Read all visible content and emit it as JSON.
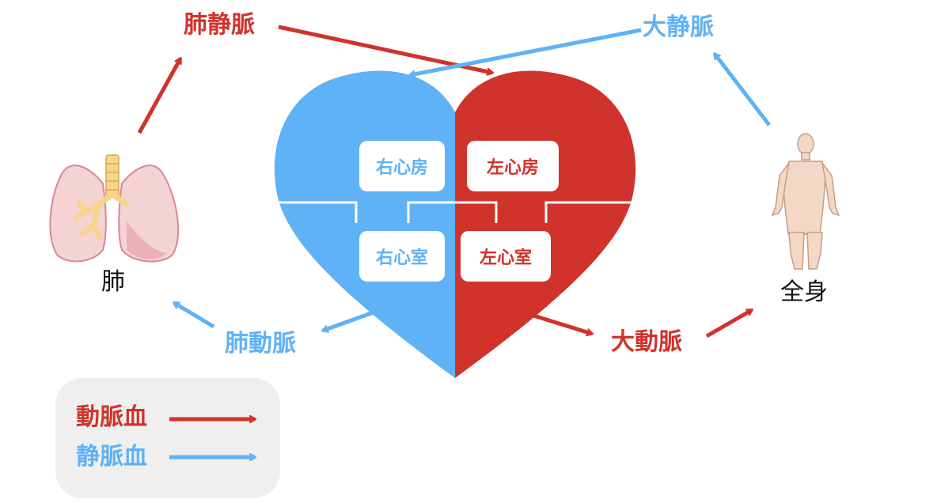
{
  "colors": {
    "arterial": "#d0332b",
    "venous": "#5fb2f5",
    "legend_bg": "#efefef"
  },
  "labels": {
    "pulmonary_vein": "肺静脈",
    "vena_cava": "大静脈",
    "pulmonary_artery": "肺動脈",
    "aorta": "大動脈",
    "lung": "肺",
    "body": "全身"
  },
  "chambers": {
    "right_atrium": "右心房",
    "left_atrium": "左心房",
    "right_ventricle": "右心室",
    "left_ventricle": "左心室"
  },
  "legend": {
    "arterial": "動脈血",
    "venous": "静脈血"
  },
  "icons": {
    "lung": "lungs-icon",
    "body": "human-body-icon",
    "heart": "heart-icon"
  }
}
